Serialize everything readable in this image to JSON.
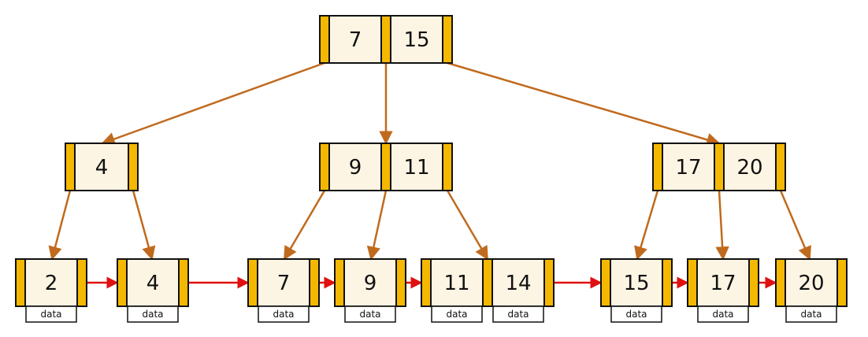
{
  "colors": {
    "pointer": "#f5b800",
    "key_fill": "#fdf5e4",
    "border": "#111111",
    "edge": "#c06a1e",
    "leaf_link": "#e01010"
  },
  "root": {
    "keys": [
      "7",
      "15"
    ]
  },
  "internal": [
    {
      "keys": [
        "4"
      ]
    },
    {
      "keys": [
        "9",
        "11"
      ]
    },
    {
      "keys": [
        "17",
        "20"
      ]
    }
  ],
  "leaves": [
    {
      "keys": [
        "2"
      ]
    },
    {
      "keys": [
        "4"
      ]
    },
    {
      "keys": [
        "7"
      ]
    },
    {
      "keys": [
        "9"
      ]
    },
    {
      "keys": [
        "11",
        "14"
      ]
    },
    {
      "keys": [
        "15"
      ]
    },
    {
      "keys": [
        "17"
      ]
    },
    {
      "keys": [
        "20"
      ]
    }
  ],
  "data_label": "data"
}
